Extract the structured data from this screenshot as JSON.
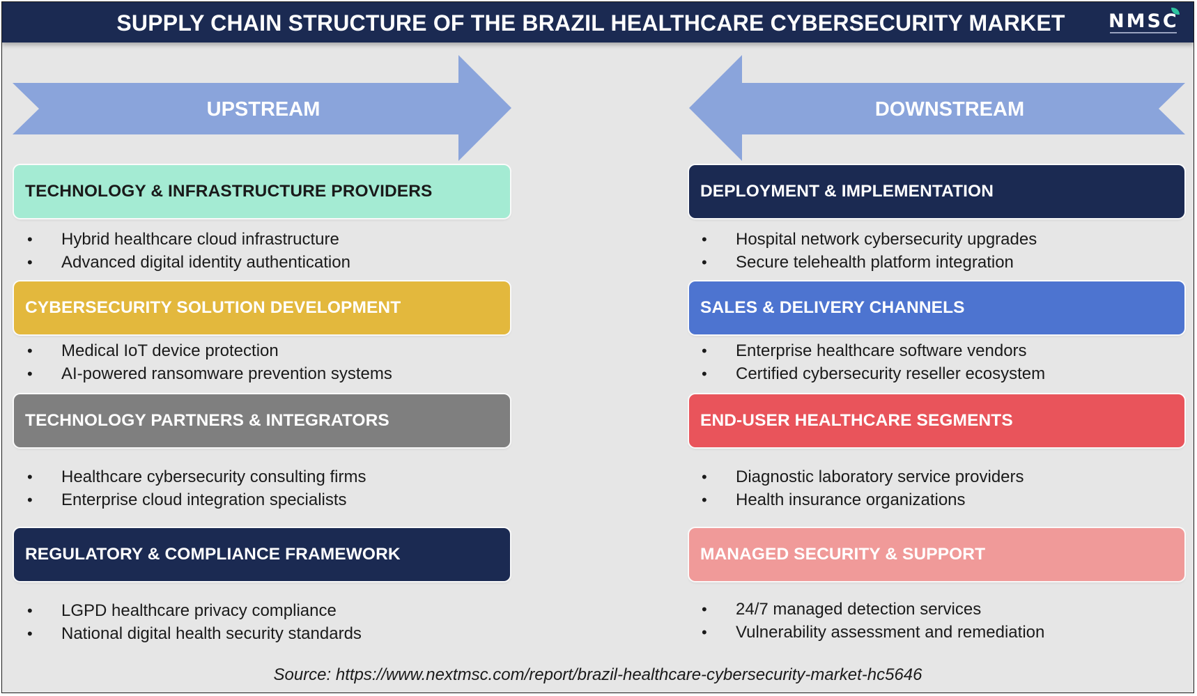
{
  "header": {
    "title": "SUPPLY CHAIN STRUCTURE OF THE BRAZIL HEALTHCARE CYBERSECURITY MARKET",
    "logo_text": "NMSC"
  },
  "arrows": {
    "upstream_label": "UPSTREAM",
    "downstream_label": "DOWNSTREAM",
    "color": "#8aa4db"
  },
  "upstream": [
    {
      "title": "TECHNOLOGY & INFRASTRUCTURE PROVIDERS",
      "color": "#a4ebd3",
      "text_color": "#1a1a1a",
      "items": [
        "Hybrid healthcare cloud infrastructure",
        "Advanced digital identity authentication"
      ]
    },
    {
      "title": "CYBERSECURITY SOLUTION DEVELOPMENT",
      "color": "#e3b83d",
      "text_color": "#ffffff",
      "items": [
        "Medical IoT device protection",
        "AI-powered ransomware prevention systems"
      ]
    },
    {
      "title": "TECHNOLOGY PARTNERS & INTEGRATORS",
      "color": "#7f7f7f",
      "text_color": "#ffffff",
      "items": [
        "Healthcare cybersecurity consulting firms",
        "Enterprise cloud integration specialists"
      ]
    },
    {
      "title": "REGULATORY & COMPLIANCE FRAMEWORK",
      "color": "#1b2a52",
      "text_color": "#ffffff",
      "items": [
        "LGPD healthcare privacy compliance",
        "National digital health security standards"
      ]
    }
  ],
  "downstream": [
    {
      "title": "DEPLOYMENT & IMPLEMENTATION",
      "color": "#1b2a52",
      "text_color": "#ffffff",
      "items": [
        "Hospital network cybersecurity upgrades",
        "Secure telehealth platform integration"
      ]
    },
    {
      "title": "SALES & DELIVERY CHANNELS",
      "color": "#4d74d0",
      "text_color": "#ffffff",
      "items": [
        "Enterprise healthcare software vendors",
        "Certified cybersecurity reseller ecosystem"
      ]
    },
    {
      "title": "END-USER HEALTHCARE SEGMENTS",
      "color": "#e9545b",
      "text_color": "#ffffff",
      "items": [
        "Diagnostic laboratory service providers",
        "Health insurance organizations"
      ]
    },
    {
      "title": "MANAGED SECURITY & SUPPORT",
      "color": "#f09a99",
      "text_color": "#ffffff",
      "items": [
        "24/7 managed detection services",
        "Vulnerability assessment and remediation"
      ]
    }
  ],
  "bullet_char": "•",
  "source": "Source: https://www.nextmsc.com/report/brazil-healthcare-cybersecurity-market-hc5646"
}
